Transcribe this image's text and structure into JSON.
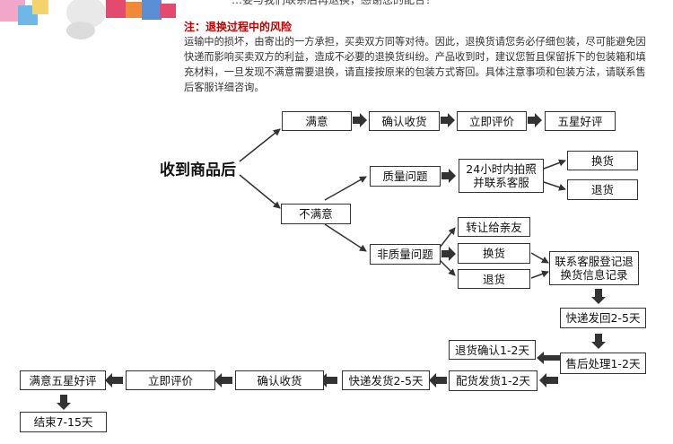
{
  "header": {
    "cut_text": "…要与我们联系后再退换，感谢您的配合！"
  },
  "notice": {
    "title": "注：退换过程中的风险",
    "body": "运输中的损坏，由寄出的一方承担，买卖双方同等对待。因此，退换货请您务必仔细包装，尽可能避免因快递而影响买卖双方的利益，造成不必要的退换货纠纷。产品收到时，建议您暂且保留拆下的包装箱和填充材料，一旦发现不满意需要退换，请直接按原来的包装方式寄回。具体注意事项和包装方法，请联系售后客服详细咨询。"
  },
  "flow": {
    "start": "收到商品后",
    "satisfied": "满意",
    "confirm_receipt": "确认收货",
    "review_now": "立即评价",
    "five_star": "五星好评",
    "unsatisfied": "不满意",
    "quality_issue": "质量问题",
    "photo_contact": "24小时内拍照并联系客服",
    "exchange": "换货",
    "return": "退货",
    "non_quality_issue": "非质量问题",
    "transfer_friend": "转让给亲友",
    "exchange2": "换货",
    "return2": "退货",
    "contact_register": "联系客服登记退换货信息记录",
    "ship_back": "快递发回2-5天",
    "after_sales": "售后处理1-2天",
    "refund_confirm": "退货确认1-2天",
    "dispatch": "配货发货1-2天",
    "express_ship": "快递发货2-5天",
    "confirm_receipt2": "确认收货",
    "review_now2": "立即评价",
    "satisfied_five_star": "满意五星好评",
    "end": "结束7-15天"
  },
  "colors": {
    "notice_title": "#c00000",
    "line": "#333333",
    "box_border": "#333333"
  }
}
